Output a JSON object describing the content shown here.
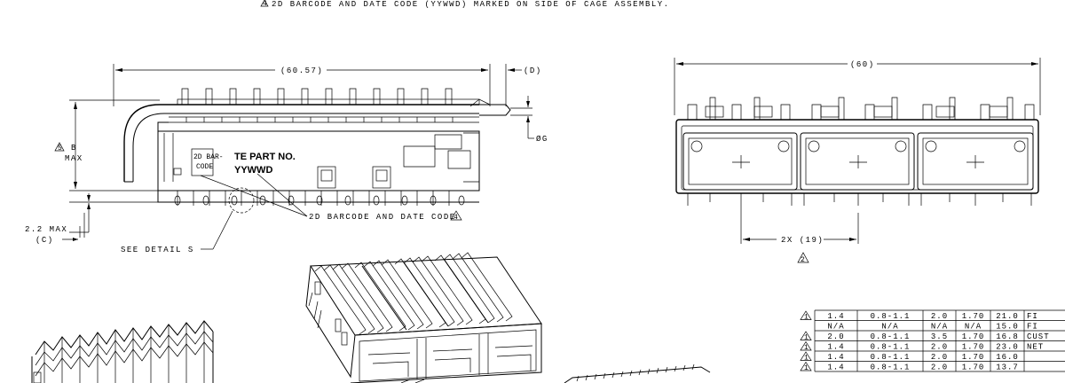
{
  "notes": {
    "top_note_number": "4",
    "top_note": "2D BARCODE AND DATE CODE (YYWWD) MARKED ON SIDE OF CAGE ASSEMBLY."
  },
  "side_view": {
    "dim_overall": "(60.57)",
    "dim_d": "(D)",
    "dim_g": "ØG",
    "dim_b_note": "5",
    "dim_b": "B",
    "dim_b_max": "MAX",
    "dim_22_max": "2.2 MAX",
    "dim_c": "(C)",
    "see_detail": "SEE DETAIL  S",
    "barcode_box_line1": "2D BAR-",
    "barcode_box_line2": "CODE",
    "te_part_no": "TE PART NO.",
    "date_code": "YYWWD",
    "barcode_callout": "2D BARCODE AND DATE CODE",
    "barcode_callout_note": "4"
  },
  "front_view": {
    "dim_overall": "(60)",
    "dim_pitch": "2X (19)",
    "note": "2"
  },
  "table": {
    "rows": [
      {
        "flag": "1",
        "c1": "1.4",
        "c2": "0.8-1.1",
        "c3": "2.0",
        "c4": "1.70",
        "c5": "21.0",
        "c6": "FI"
      },
      {
        "flag": "",
        "c1": "N/A",
        "c2": "N/A",
        "c3": "N/A",
        "c4": "N/A",
        "c5": "15.0",
        "c6": "FI"
      },
      {
        "flag": "1",
        "c1": "2.0",
        "c2": "0.8-1.1",
        "c3": "3.5",
        "c4": "1.70",
        "c5": "16.8",
        "c6": "CUST"
      },
      {
        "flag": "1",
        "c1": "1.4",
        "c2": "0.8-1.1",
        "c3": "2.0",
        "c4": "1.70",
        "c5": "23.0",
        "c6": "NET"
      },
      {
        "flag": "1",
        "c1": "1.4",
        "c2": "0.8-1.1",
        "c3": "2.0",
        "c4": "1.70",
        "c5": "16.0",
        "c6": ""
      },
      {
        "flag": "1",
        "c1": "1.4",
        "c2": "0.8-1.1",
        "c3": "2.0",
        "c4": "1.70",
        "c5": "13.7",
        "c6": ""
      }
    ]
  }
}
